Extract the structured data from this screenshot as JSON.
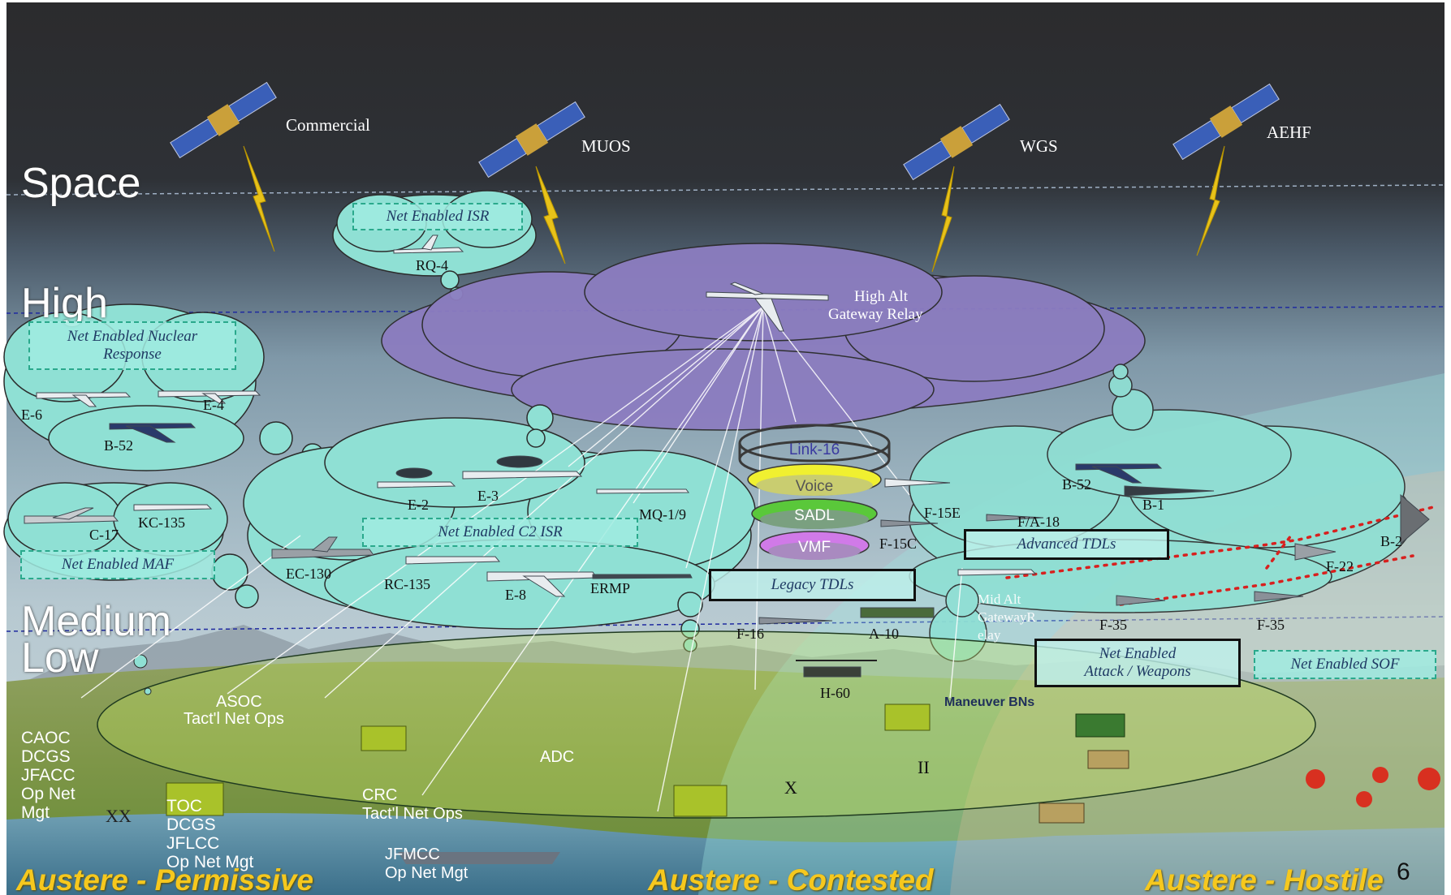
{
  "altitudes": {
    "space": "Space",
    "high": "High",
    "medium": "Medium",
    "low": "Low"
  },
  "satellites": [
    {
      "label": "Commercial"
    },
    {
      "label": "MUOS"
    },
    {
      "label": "WGS"
    },
    {
      "label": "AEHF"
    }
  ],
  "boxes": {
    "isr": "Net Enabled ISR",
    "nuclear": "Net Enabled Nuclear\nResponse",
    "maf": "Net Enabled MAF",
    "c2isr": "Net Enabled C2 ISR",
    "legacy": "Legacy TDLs",
    "advanced": "Advanced TDLs",
    "attack": "Net Enabled\nAttack / Weapons",
    "sof": "Net Enabled SOF"
  },
  "relay": {
    "label_1": "High Alt",
    "label_2": "Gateway Relay"
  },
  "mid_relay": {
    "label_1": "Mid Alt",
    "label_2": "GatewayR",
    "label_3": "elay"
  },
  "rings": [
    "Link-16",
    "Voice",
    "SADL",
    "VMF"
  ],
  "ring_colors": [
    "#9a9a9a",
    "#f0f030",
    "#5ac83a",
    "#d07ae8"
  ],
  "aircraft": {
    "rq4": "RQ-4",
    "e6": "E-6",
    "e4": "E-4",
    "b52_left": "B-52",
    "c17": "C-17",
    "kc135": "KC-135",
    "e2": "E-2",
    "e3": "E-3",
    "mq1": "MQ-1/9",
    "ec130": "EC-130",
    "rc135": "RC-135",
    "e8": "E-8",
    "ermp": "ERMP",
    "f15e": "F-15E",
    "f15c": "F-15C",
    "f16": "F-16",
    "a10": "A-10",
    "h60": "H-60",
    "b52_right": "B-52",
    "b1": "B-1",
    "fa18": "F/A-18",
    "b2": "B-2",
    "f22": "F-22",
    "f35a": "F-35",
    "f35b": "F-35"
  },
  "ground": {
    "asoc_1": "ASOC",
    "asoc_2": "Tact'l Net Ops",
    "caoc": "CAOC\nDCGS\nJFACC\nOp Net\nMgt",
    "xx": "XX",
    "toc": "TOC\nDCGS\nJFLCC\nOp Net Mgt",
    "crc_1": "CRC",
    "crc_2": "Tact'l Net Ops",
    "adc": "ADC",
    "jfmcc_1": "JFMCC",
    "jfmcc_2": "Op Net Mgt",
    "x": "X",
    "ii": "II",
    "maneuver": "Maneuver BNs"
  },
  "zones": {
    "permissive": "Austere - Permissive",
    "contested": "Austere - Contested",
    "hostile": "Austere - Hostile"
  },
  "page_number": "6"
}
